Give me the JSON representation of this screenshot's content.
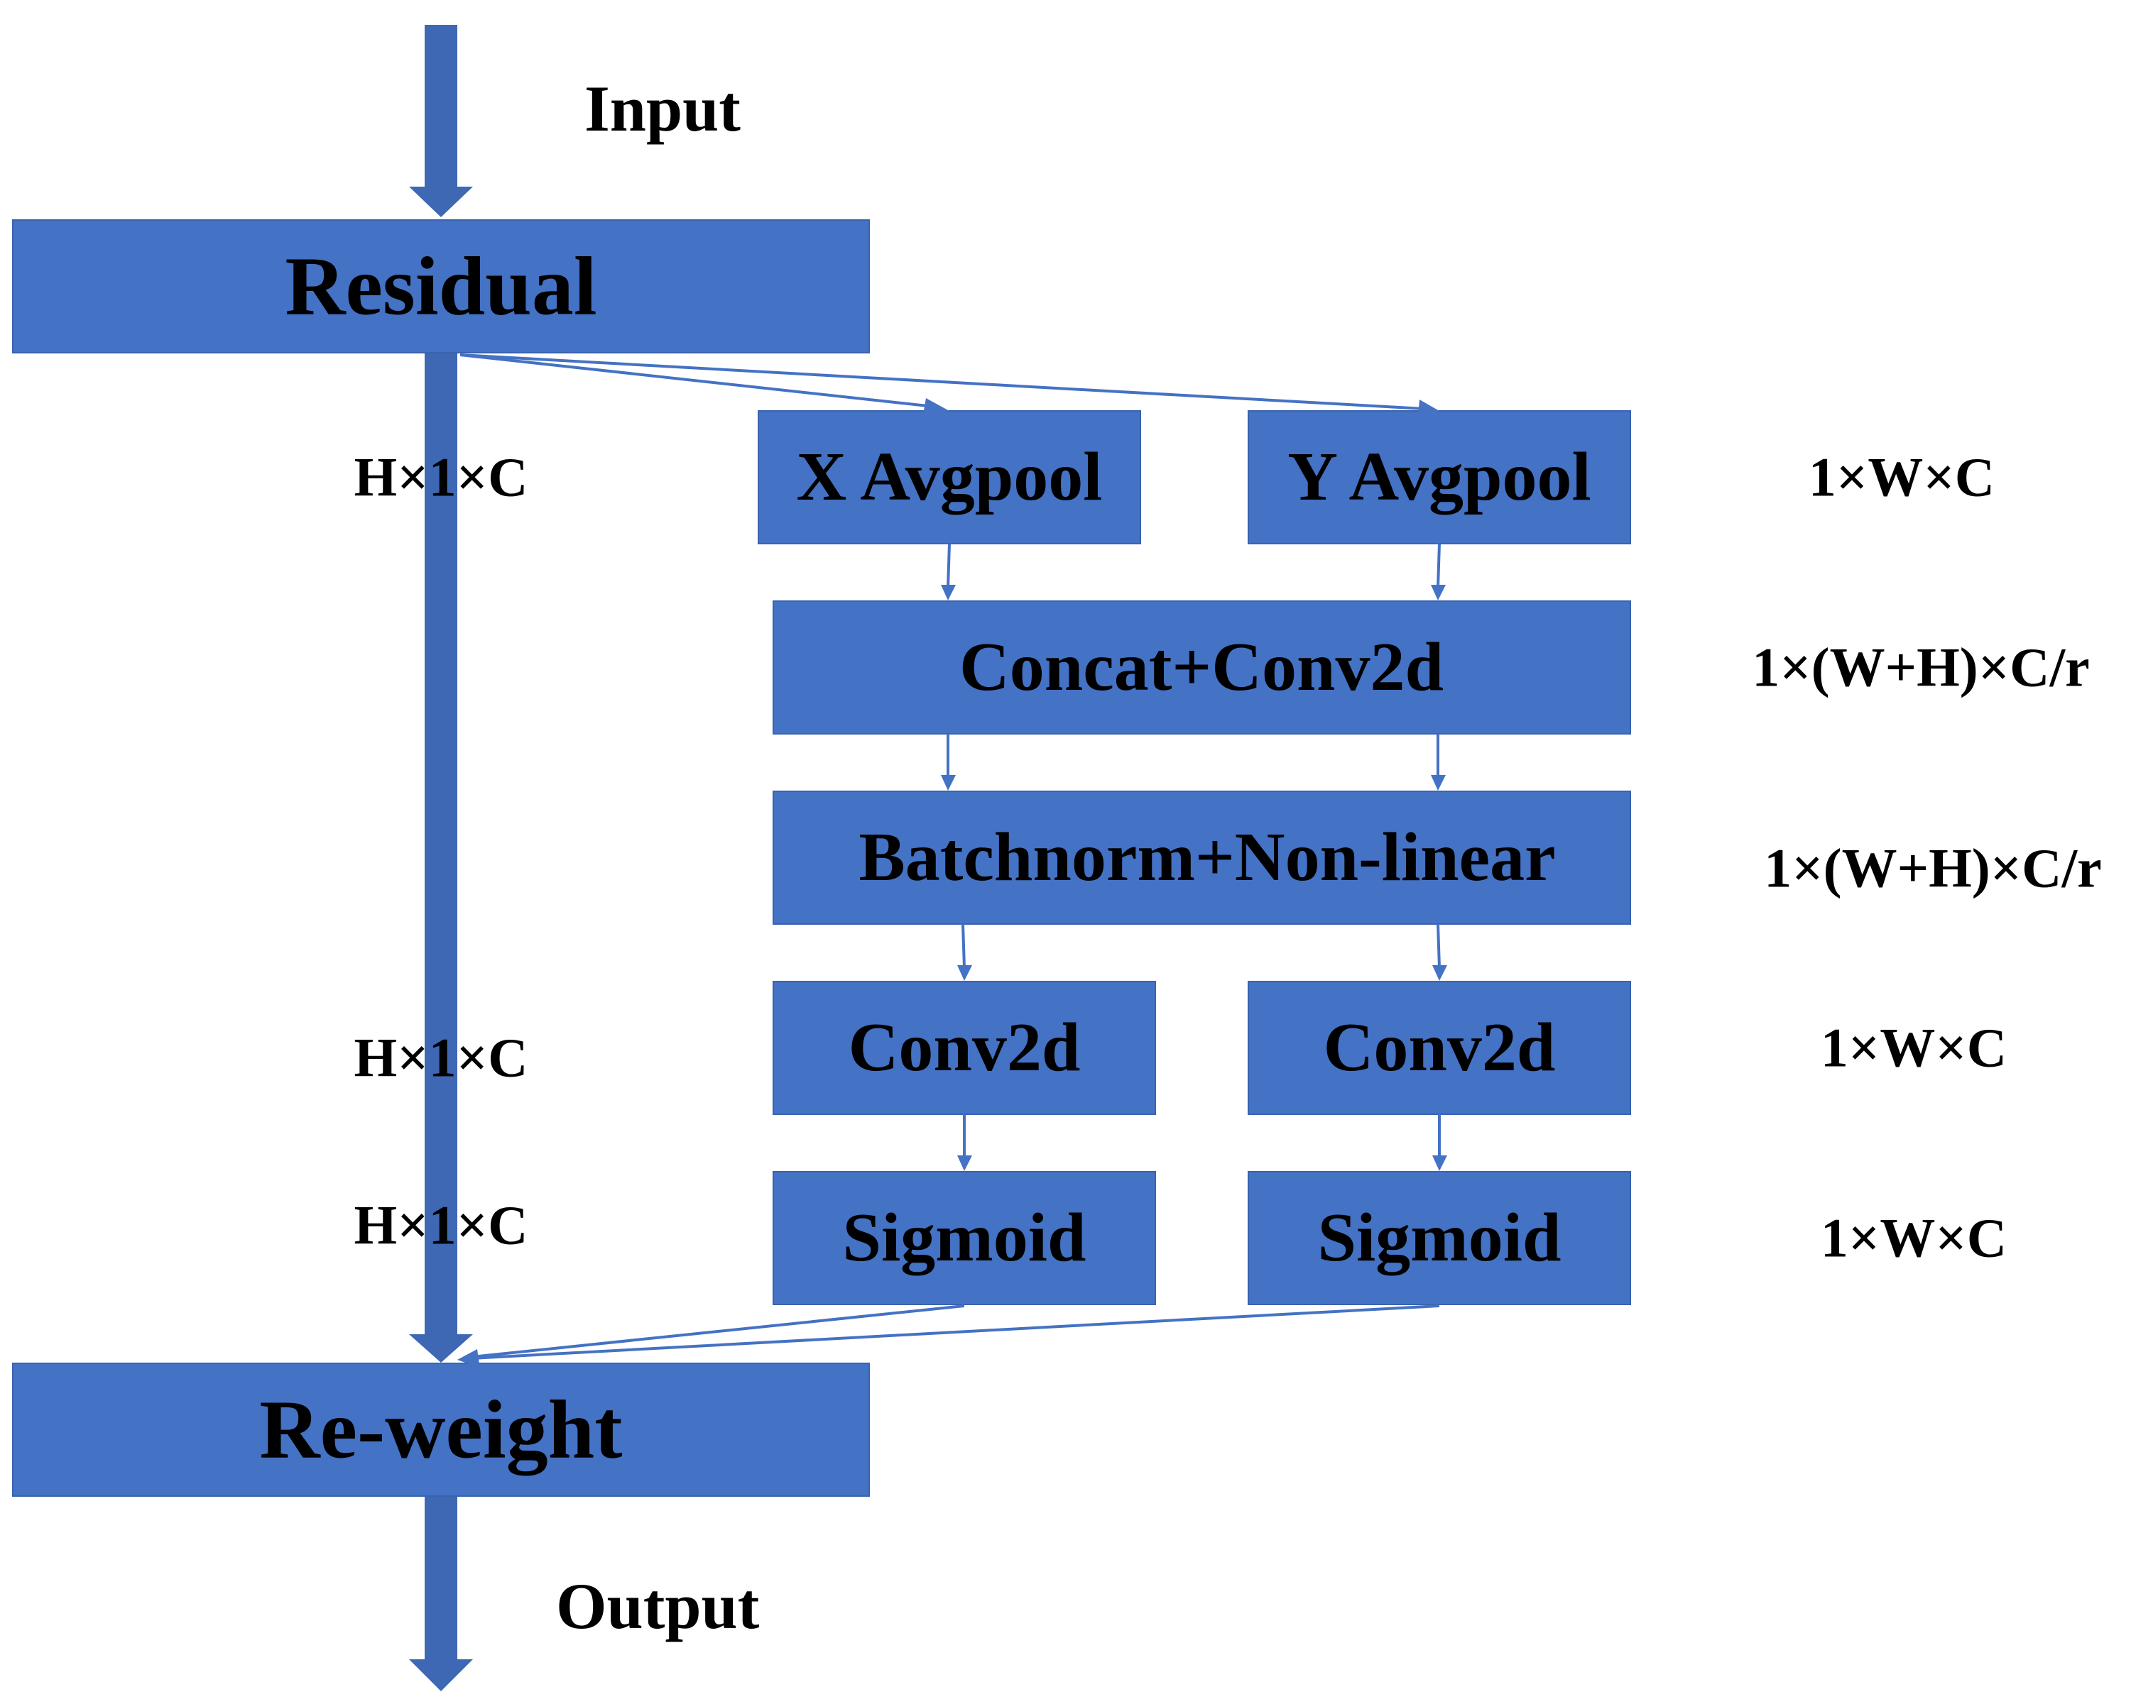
{
  "io": {
    "input": "Input",
    "output": "Output"
  },
  "blocks": {
    "residual": "Residual",
    "x_avgpool": "X Avgpool",
    "y_avgpool": "Y Avgpool",
    "concat_conv": "Concat+Conv2d",
    "batchnorm": "Batchnorm+Non-linear",
    "conv_left": "Conv2d",
    "conv_right": "Conv2d",
    "sigmoid_left": "Sigmoid",
    "sigmoid_right": "Sigmoid",
    "reweight": "Re-weight"
  },
  "dims": {
    "left_1": "H×1×C",
    "left_2": "H×1×C",
    "left_3": "H×1×C",
    "right_1": "1×W×C",
    "right_2": "1×(W+H)×C/r",
    "right_3": "1×(W+H)×C/r",
    "right_4": "1×W×C",
    "right_5": "1×W×C"
  },
  "colors": {
    "block_fill": "#4472C4",
    "arrow": "#3E68B4",
    "text": "#000000"
  }
}
